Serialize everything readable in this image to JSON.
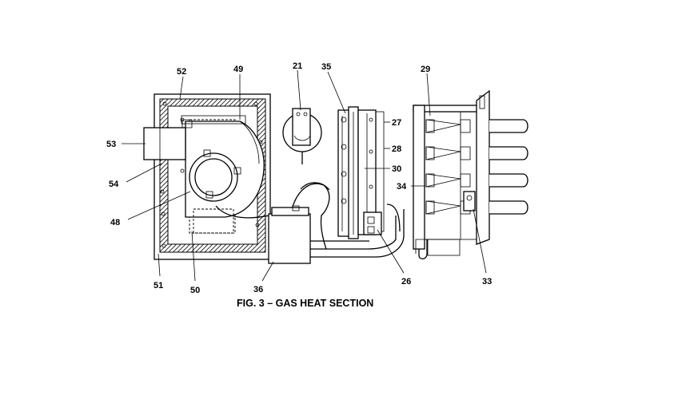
{
  "figure": {
    "caption": "FIG. 3 – GAS HEAT SECTION",
    "callouts": {
      "c52": "52",
      "c49": "49",
      "c21": "21",
      "c35": "35",
      "c29": "29",
      "c27": "27",
      "c28": "28",
      "c30": "30",
      "c34": "34",
      "c53": "53",
      "c54": "54",
      "c48": "48",
      "c51": "51",
      "c50": "50",
      "c36": "36",
      "c26": "26",
      "c33": "33"
    }
  }
}
